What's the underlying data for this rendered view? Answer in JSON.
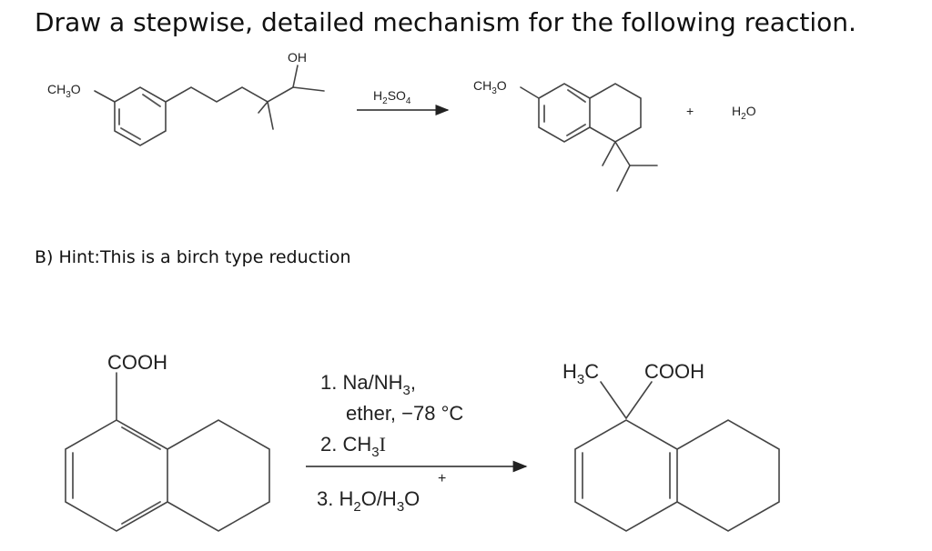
{
  "document": {
    "title": "Draw a stepwise, detailed mechanism for the following reaction.",
    "hint": "B) Hint:This is a birch type reduction"
  },
  "reaction_a": {
    "reactant": {
      "oh_label": "OH",
      "methoxy": {
        "main": "CH",
        "sub": "3",
        "tail": "O"
      }
    },
    "reagent": {
      "main": "H",
      "sub1": "2",
      "mid": "SO",
      "sub2": "4"
    },
    "product": {
      "methoxy": {
        "main": "CH",
        "sub": "3",
        "tail": "O"
      }
    },
    "plus": "+",
    "byproduct": {
      "main": "H",
      "sub": "2",
      "tail": "O"
    }
  },
  "reaction_b": {
    "reactant": {
      "cooh": "COOH"
    },
    "steps": {
      "step1": {
        "main": "1. Na/NH",
        "sub": "3",
        "tail": ","
      },
      "step1b": "ether, −78 °C",
      "step2": {
        "main": "2. CH",
        "sub": "3",
        "tail": "I"
      },
      "step3": {
        "main": "3. H",
        "sub1": "2",
        "mid": "O/H",
        "sub2": "3",
        "tail": "O",
        "charge": "+"
      }
    },
    "product": {
      "methyl": {
        "main": "H",
        "sub": "3",
        "tail": "C"
      },
      "cooh": "COOH"
    }
  }
}
